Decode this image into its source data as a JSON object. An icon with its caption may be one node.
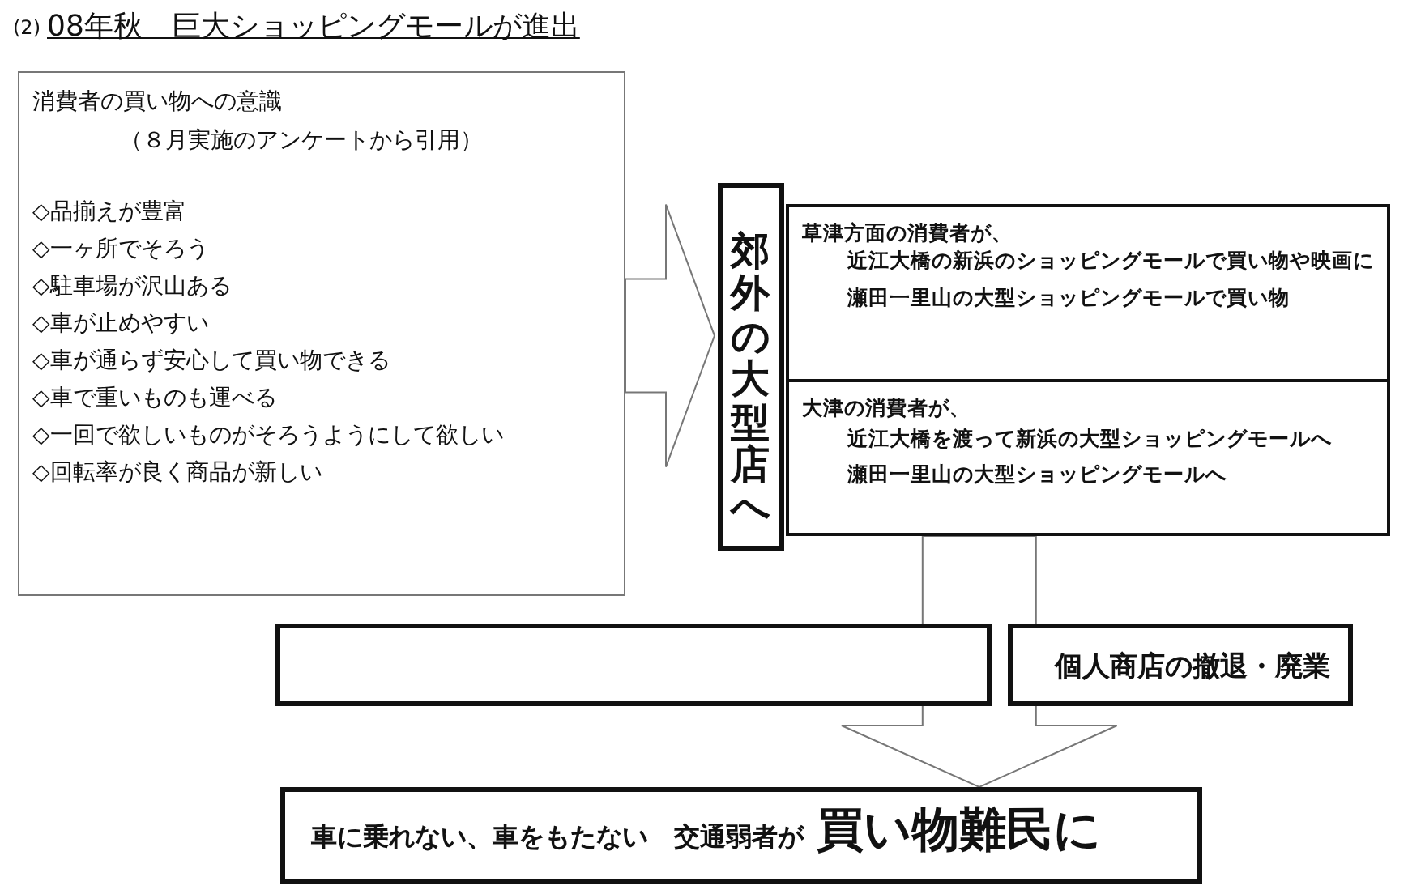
{
  "diagram": {
    "title": "08年秋　巨大ショッピングモールが進出",
    "labels": [
      "(2)"
    ],
    "nodes": [
      {
        "text": [
          "消費者の買い物への意識",
          "（８月実施のアンケートから引用）",
          "◇品揃えが豊富",
          "◇一ヶ所でそろう",
          "◇駐車場が沢山ある",
          "◇車が止めやすい",
          "◇車が通らず安心して買い物できる",
          "◇車で重いものも運べる",
          "◇一回で欲しいものがそろうようにして欲しい",
          "◇回転率が良く商品が新しい"
        ]
      },
      {
        "text": [
          "郊外の大型店へ"
        ]
      },
      {
        "text": [
          "草津方面の消費者が、",
          "近江大橋の新浜のショッピングモールで買い物や映画に",
          "瀬田一里山の大型ショッピングモールで買い物"
        ]
      },
      {
        "text": [
          "大津の消費者が、",
          "近江大橋を渡って新浜の大型ショッピングモールへ",
          "瀬田一里山の大型ショッピングモールへ"
        ]
      },
      {
        "text": [],
        "shape": "box"
      },
      {
        "text": [
          "個人商店の撤退・廃業"
        ]
      },
      {
        "text": [
          "車に乗れない、車をもたない　交通弱者が",
          "買い物難民に"
        ]
      }
    ],
    "edges": [
      {
        "from": 0,
        "to": 1,
        "arrow": "to"
      },
      {
        "from": 3,
        "to": 6,
        "arrow": "to"
      }
    ]
  }
}
